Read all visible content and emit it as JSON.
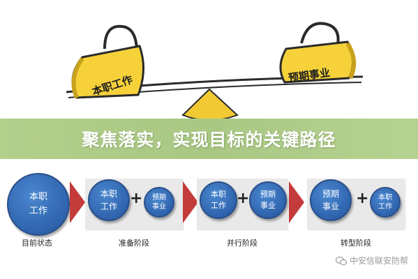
{
  "illustration": {
    "left_bag_text": "本职工作",
    "right_bag_text": "预期事业"
  },
  "banner": {
    "title": "聚焦落实，实现目标的关键路径"
  },
  "flow": {
    "stages": [
      {
        "label": "目前状态",
        "nodes": [
          [
            "本职",
            "工作"
          ]
        ]
      },
      {
        "label": "准备阶段",
        "nodes": [
          [
            "本职",
            "工作"
          ],
          [
            "预期",
            "事业"
          ]
        ],
        "operator": "+"
      },
      {
        "label": "并行阶段",
        "nodes": [
          [
            "本职",
            "工作"
          ],
          [
            "预期",
            "事业"
          ]
        ],
        "operator": "+"
      },
      {
        "label": "转型阶段",
        "nodes": [
          [
            "预期",
            "事业"
          ],
          [
            "本职",
            "工作"
          ]
        ],
        "operator": "+"
      }
    ]
  },
  "watermark": {
    "text": "中安信联安防帮"
  },
  "colors": {
    "banner": "#aac985",
    "node_blue": "#2f63ad",
    "arrow_red": "#c33b3b",
    "bag_yellow": "#f5d23a"
  }
}
